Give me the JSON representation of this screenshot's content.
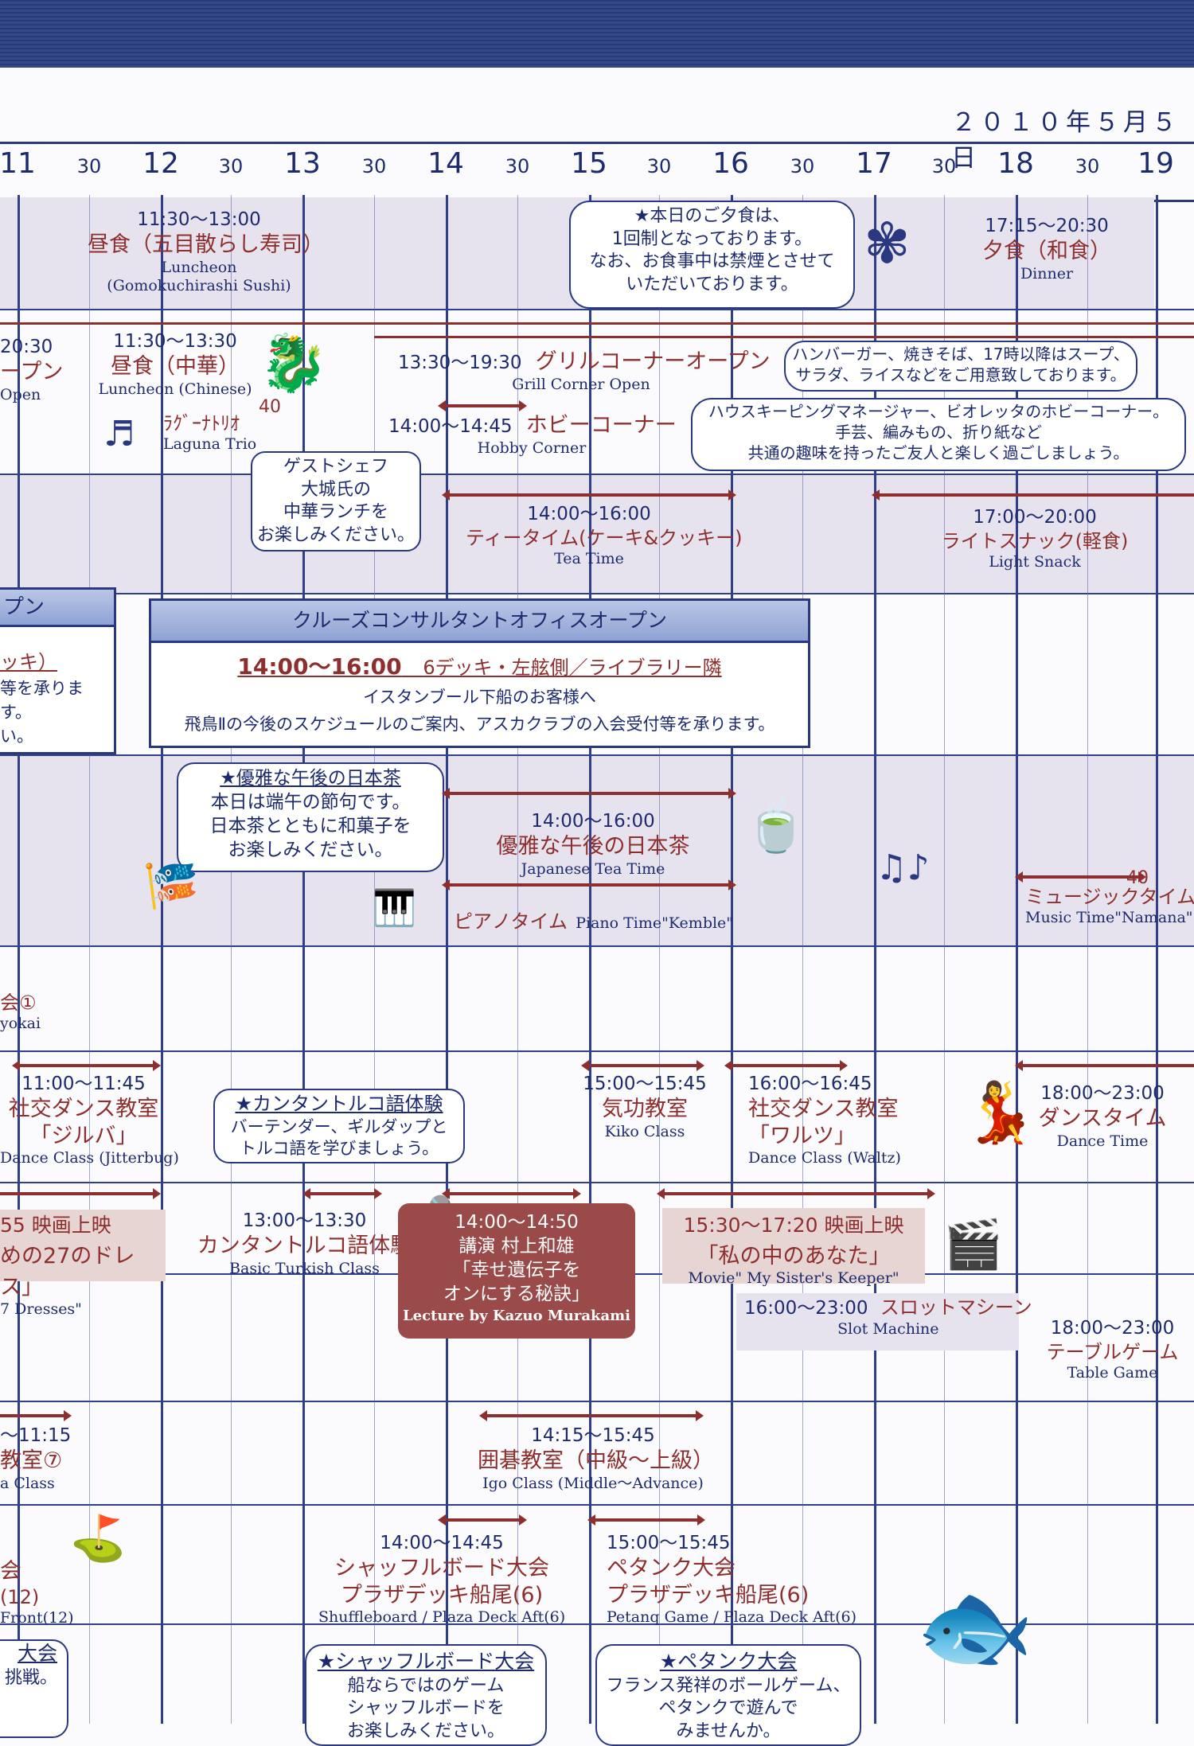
{
  "date": "２０１０年５月５日",
  "hours": [
    "11",
    "12",
    "13",
    "14",
    "15",
    "16",
    "17",
    "18",
    "19"
  ],
  "half": "30",
  "dinner": {
    "time": "17:15〜20:30",
    "jp": "夕食（和食）",
    "en": "Dinner"
  },
  "lunch_sushi": {
    "time": "11:30〜13:00",
    "jp": "昼食（五目散らし寿司）",
    "en1": "Luncheon",
    "en2": "(Gomokuchirashi Sushi)"
  },
  "dinner_note": [
    "★本日のご夕食は、",
    "1回制となっております。",
    "なお、お食事中は禁煙とさせて",
    "いただいております。"
  ],
  "left_partial_1": {
    "time": "20:30",
    "jp": "ープン",
    "en": "Open"
  },
  "lunch_chinese": {
    "time": "11:30〜13:30",
    "jp": "昼食（中華）",
    "en": "Luncheon (Chinese)"
  },
  "laguna": {
    "jp": "ﾗｸﾞｰﾅﾄﾘｵ",
    "en": "Laguna Trio",
    "min": "40"
  },
  "grill": {
    "time": "13:30〜19:30",
    "jp": "グリルコーナーオープン",
    "en": "Grill Corner Open"
  },
  "grill_note": [
    "ハンバーガー、焼きそば、17時以降はスープ、",
    "サラダ、ライスなどをご用意致しております。"
  ],
  "hobby": {
    "time": "14:00〜14:45",
    "jp": "ホビーコーナー",
    "en": "Hobby Corner"
  },
  "hobby_note": [
    "ハウスキーピングマネージャー、ビオレッタのホビーコーナー。",
    "手芸、編みもの、折り紙など",
    "共通の趣味を持ったご友人と楽しく過ごしましょう。"
  ],
  "chef_note": [
    "ゲストシェフ",
    "大城氏の",
    "中華ランチを",
    "お楽しみください。"
  ],
  "tea": {
    "time": "14:00〜16:00",
    "jp": "ティータイム(ケーキ&クッキー)",
    "en": "Tea Time"
  },
  "snack": {
    "time": "17:00〜20:00",
    "jp": "ライトスナック(軽食)",
    "en": "Light Snack"
  },
  "office": {
    "title": "クルーズコンサルタントオフィスオープン",
    "time": "14:00〜16:00",
    "place": "6デッキ・左舷側／ライブラリー隣",
    "line1": "イスタンブール下船のお客様へ",
    "line2": "飛鳥Ⅱの今後のスケジュールのご案内、アスカクラブの入会受付等を承ります。"
  },
  "left_office": {
    "l1": "プン",
    "l2": "ッキ）",
    "l3": "等を承ります。",
    "l4": "い。"
  },
  "jtea_note": {
    "hd": "★優雅な午後の日本茶",
    "lines": [
      "本日は端午の節句です。",
      "日本茶とともに和菓子を",
      "お楽しみください。"
    ]
  },
  "jtea": {
    "time": "14:00〜16:00",
    "jp": "優雅な午後の日本茶",
    "en": "Japanese Tea Time"
  },
  "piano": {
    "jp": "ピアノタイム",
    "en": "Piano Time\"Kemble\""
  },
  "music": {
    "min": "40",
    "jp": "ミュージックタイム",
    "en": "Music Time\"Namana\""
  },
  "left_kai": {
    "jp": "会①",
    "en": "yokai"
  },
  "dance_jitter": {
    "time": "11:00〜11:45",
    "jp": "社交ダンス教室",
    "jp2": "「ジルバ」",
    "en": "Dance Class (Jitterbug)"
  },
  "turkish_note": {
    "hd": "★カンタントルコ語体験",
    "lines": [
      "バーテンダー、ギルダップと",
      "トルコ語を学びましょう。"
    ]
  },
  "kiko": {
    "time": "15:00〜15:45",
    "jp": "気功教室",
    "en": "Kiko Class"
  },
  "dance_waltz": {
    "time": "16:00〜16:45",
    "jp": "社交ダンス教室",
    "jp2": "「ワルツ」",
    "en": "Dance Class (Waltz)"
  },
  "dance_time": {
    "time": "18:00〜23:00",
    "jp": "ダンスタイム",
    "en": "Dance Time"
  },
  "movie1": {
    "time": "55 映画上映",
    "jp": "めの27のドレス」",
    "en": "7 Dresses\""
  },
  "turkish": {
    "time": "13:00〜13:30",
    "jp": "カンタントルコ語体験",
    "en": "Basic Turkish Class"
  },
  "lecture": {
    "time": "14:00〜14:50",
    "l1": "講演 村上和雄",
    "l2": "「幸せ遺伝子を",
    "l3": "オンにする秘訣」",
    "en": "Lecture by Kazuo Murakami"
  },
  "movie2": {
    "time": "15:30〜17:20 映画上映",
    "jp": "「私の中のあなた」",
    "en": "Movie\" My Sister's Keeper\""
  },
  "slot": {
    "time": "16:00〜23:00",
    "jp": "スロットマシーン",
    "en": "Slot Machine"
  },
  "table": {
    "time": "18:00〜23:00",
    "jp": "テーブルゲーム",
    "en": "Table Game"
  },
  "left_class": {
    "time": "〜11:15",
    "jp": "教室⑦",
    "en": "a Class"
  },
  "igo": {
    "time": "14:15〜15:45",
    "jp": "囲碁教室（中級〜上級）",
    "en": "Igo Class (Middle〜Advance)"
  },
  "left_front": {
    "jp": "会",
    "n": "(12)",
    "en": "Front(12)"
  },
  "shuffle": {
    "time": "14:00〜14:45",
    "jp": "シャッフルボード大会",
    "jp2": "プラザデッキ船尾(6)",
    "en": "Shuffleboard / Plaza Deck Aft(6)"
  },
  "petanque": {
    "time": "15:00〜15:45",
    "jp": "ペタンク大会",
    "jp2": "プラザデッキ船尾(6)",
    "en": "Petanq Game / Plaza Deck Aft(6)"
  },
  "left_taikai": {
    "hd": "大会",
    "l": "挑戦。"
  },
  "shuffle_note": {
    "hd": "★シャッフルボード大会",
    "l1": "船ならではのゲーム",
    "l2": "シャッフルボードを",
    "l3": "お楽しみください。"
  },
  "petanque_note": {
    "hd": "★ペタンク大会",
    "l1": "フランス発祥のボールゲーム、",
    "l2": "ペタンクで遊んで",
    "l3": "みませんか。"
  },
  "colors": {
    "navy": "#1e2a6e",
    "maroon": "#8e2f2f",
    "shade": "#e7e3ee"
  }
}
